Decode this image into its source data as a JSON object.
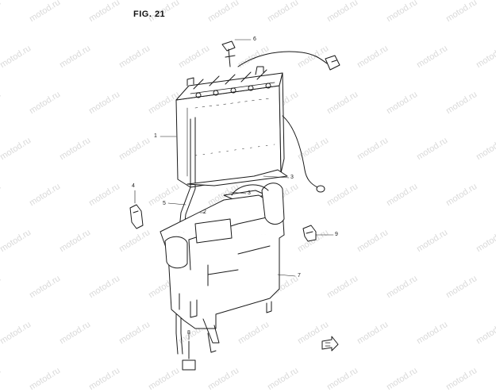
{
  "figure": {
    "title": "FIG. 21"
  },
  "watermark": {
    "text": "motod.ru"
  },
  "callouts": [
    {
      "id": "c1",
      "label": "1"
    },
    {
      "id": "c2",
      "label": "2"
    },
    {
      "id": "c3a",
      "label": "3"
    },
    {
      "id": "c3b",
      "label": "3"
    },
    {
      "id": "c4",
      "label": "4"
    },
    {
      "id": "c5",
      "label": "5"
    },
    {
      "id": "c6",
      "label": "6"
    },
    {
      "id": "c7",
      "label": "7"
    },
    {
      "id": "c8",
      "label": "8"
    },
    {
      "id": "c9",
      "label": "9"
    }
  ],
  "colors": {
    "line": "#1a1a1a",
    "watermark": "#d9d9d9",
    "background": "#ffffff"
  }
}
